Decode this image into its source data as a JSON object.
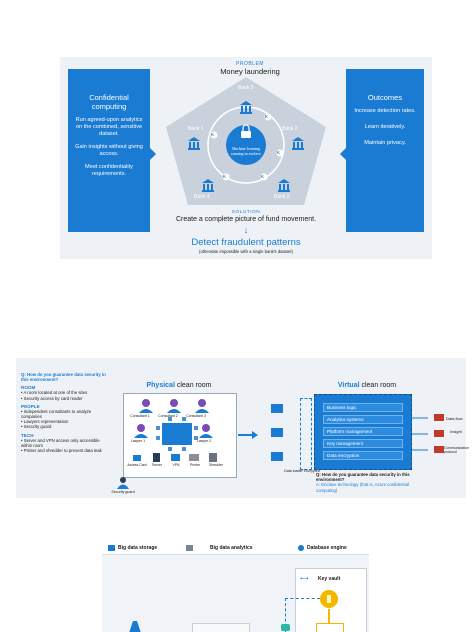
{
  "panel1": {
    "problem_label": "PROBLEM",
    "problem_title": "Money laundering",
    "left_box": {
      "title": "Confidential computing",
      "points": [
        "Run agreed-upon analytics on the combined, sensitive dataset.",
        "Gain insights without giving access.",
        "Meet confidentiality requirements."
      ]
    },
    "right_box": {
      "title": "Outcomes",
      "points": [
        "Increase detection rates.",
        "Learn iteratively.",
        "Maintain privacy."
      ]
    },
    "banks": [
      "Bank 1",
      "Bank 2",
      "Bank 3",
      "Bank 4",
      "Bank 5"
    ],
    "key_label": "K",
    "center_label": "Machine learning running in enclave",
    "solution_label": "SOLUTION",
    "solution_text": "Create a complete picture of fund movement.",
    "result_title": "Detect fraudulent patterns",
    "result_sub": "(otherwise impossible with a single bank's dataset)"
  },
  "panel2": {
    "question": "Q: How do you guarantee data security in this environment?",
    "room_title": "ROOM",
    "room_items": [
      "A room located at one of the sites",
      "Security access by card reader"
    ],
    "people_title": "PEOPLE",
    "people_items": [
      "Independent consultants to analyze companies",
      "Lawyers representation",
      "Security guard"
    ],
    "tech_title": "TECH",
    "tech_items": [
      "Server and VPN access only accessible within room",
      "Printer and shredder to prevent data leak"
    ],
    "physical_word": "Physical",
    "virtual_word": "Virtual",
    "clean_room": "clean room",
    "consultants": [
      "Consultant 1",
      "Consultant 2",
      "Consultant 3"
    ],
    "lawyers": [
      "Lawyer 1",
      "Lawyer 2"
    ],
    "devices": [
      "Access Card",
      "Server",
      "VPN",
      "Printer",
      "Shredder"
    ],
    "guard": "Security guard",
    "layers": [
      "Business logic",
      "Analytics systems",
      "Platform management",
      "Key management",
      "Data encryption"
    ],
    "data_loader": "Data loader Encrypted",
    "data_flow": "Data flow",
    "insight": "Insight",
    "comm": "Communication protocol",
    "answer_q": "Q: How do you guarantee data security in this environment?",
    "answer_a": "A: Enclave technology (that is, Azure confidential computing)"
  },
  "panel3": {
    "tabs": [
      "Big data storage",
      "Big data analytics",
      "Database engine"
    ],
    "key_vault": "Key vault"
  },
  "colors": {
    "accent": "#1a7bd3",
    "panel_bg": "#eef2f6",
    "pentagon": "#c9d2dc",
    "gold": "#f2b800"
  }
}
